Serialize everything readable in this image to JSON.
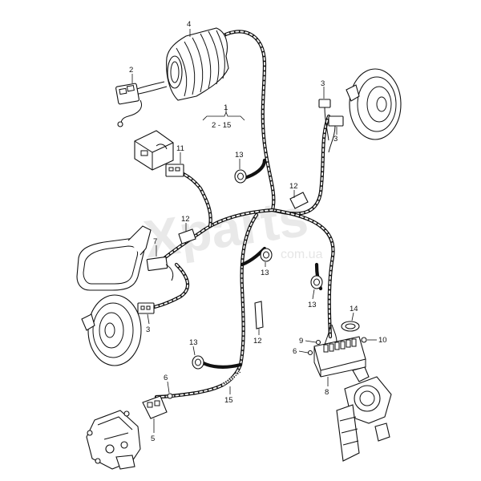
{
  "watermark": {
    "brand": "Xparts",
    "url": "com.ua"
  },
  "callouts": {
    "c1": "1",
    "c1_range": "2 - 15",
    "c2": "2",
    "c3a": "3",
    "c3b": "3",
    "c3c": "3",
    "c4": "4",
    "c5": "5",
    "c6a": "6",
    "c6b": "6",
    "c7": "7",
    "c8": "8",
    "c9": "9",
    "c10": "10",
    "c11": "11",
    "c12a": "12",
    "c12b": "12",
    "c12c": "12",
    "c13a": "13",
    "c13b": "13",
    "c13c": "13",
    "c13d": "13",
    "c14": "14",
    "c15": "15"
  },
  "colors": {
    "line": "#111111",
    "watermark": "#e9e9e9",
    "background": "#ffffff"
  }
}
